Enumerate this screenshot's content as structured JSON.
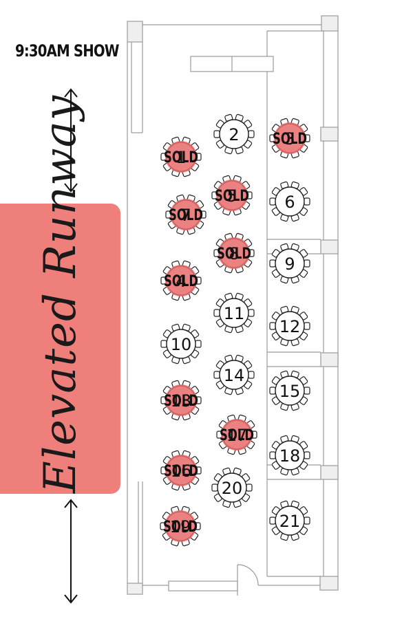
{
  "header": {
    "show_time": "9:30AM SHOW"
  },
  "runway": {
    "label": "Elevated Runway"
  },
  "sold_label": "SOLD",
  "colors": {
    "runway": "#ef7f7b",
    "sold_fill": "#e86b6b",
    "wall": "#9a9a9a"
  },
  "tables": [
    {
      "label": "1",
      "sold": true
    },
    {
      "label": "2",
      "sold": false
    },
    {
      "label": "3",
      "sold": true
    },
    {
      "label": "4",
      "sold": true
    },
    {
      "label": "5",
      "sold": true
    },
    {
      "label": "6",
      "sold": false
    },
    {
      "label": "7",
      "sold": true
    },
    {
      "label": "8",
      "sold": true
    },
    {
      "label": "9",
      "sold": false
    },
    {
      "label": "10",
      "sold": false
    },
    {
      "label": "11",
      "sold": false
    },
    {
      "label": "12",
      "sold": false
    },
    {
      "label": "13",
      "sold": true
    },
    {
      "label": "14",
      "sold": false
    },
    {
      "label": "15",
      "sold": false
    },
    {
      "label": "16",
      "sold": true
    },
    {
      "label": "17",
      "sold": true
    },
    {
      "label": "18",
      "sold": false
    },
    {
      "label": "19",
      "sold": true
    },
    {
      "label": "20",
      "sold": false
    },
    {
      "label": "21",
      "sold": false
    }
  ]
}
